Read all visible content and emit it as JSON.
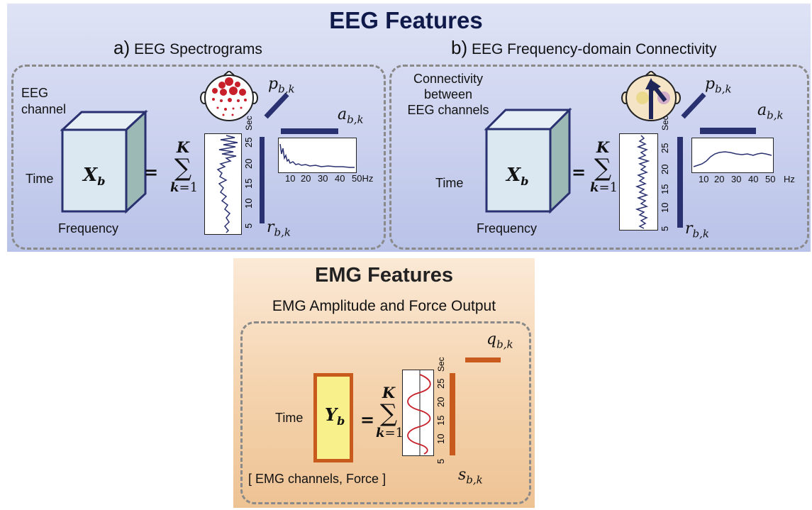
{
  "eeg": {
    "title": "EEG Features",
    "panel_a": {
      "letter": "a)",
      "label": "EEG  Spectrograms",
      "side_top": "EEG",
      "side_bottom": "channel",
      "axis_time": "Time",
      "axis_freq": "Frequency",
      "matrix": "X",
      "matrix_sub": "b",
      "equals": "=",
      "sum_top": "K",
      "sum_sym": "∑",
      "sum_k": "k",
      "sum_eq": "=1",
      "p_label": "p",
      "p_sub": "b,k",
      "a_label": "a",
      "a_sub": "b,k",
      "r_label": "r",
      "r_sub": "b,k",
      "time_ticks": [
        "25",
        "20",
        "15",
        "10",
        "5"
      ],
      "time_unit": "Sec",
      "freq_ticks": [
        "10",
        "20",
        "30",
        "40"
      ],
      "freq_unit": "50Hz"
    },
    "panel_b": {
      "letter": "b)",
      "label": "EEG  Frequency-domain Connectivity",
      "side_lines": [
        "Connectivity",
        "between",
        "EEG channels"
      ],
      "axis_time": "Time",
      "axis_freq": "Frequency",
      "matrix": "X",
      "matrix_sub": "b",
      "equals": "=",
      "sum_top": "K",
      "sum_sym": "∑",
      "sum_k": "k",
      "sum_eq": "=1",
      "p_label": "p",
      "p_sub": "b,k",
      "a_label": "a",
      "a_sub": "b,k",
      "r_label": "r",
      "r_sub": "b,k",
      "time_ticks": [
        "25",
        "20",
        "15",
        "10",
        "5"
      ],
      "time_unit": "Sec",
      "freq_ticks": [
        "10",
        "20",
        "30",
        "40",
        "50"
      ],
      "freq_unit": "Hz"
    }
  },
  "emg": {
    "title": "EMG Features",
    "subtitle": "EMG Amplitude and Force Output",
    "axis_time": "Time",
    "matrix": "Y",
    "matrix_sub": "b",
    "equals": "=",
    "sum_top": "K",
    "sum_sym": "∑",
    "sum_k": "k",
    "sum_eq": "=1",
    "q_label": "q",
    "q_sub": "b,k",
    "s_label": "s",
    "s_sub": "b,k",
    "channels_note": "[ EMG channels, Force ]",
    "time_ticks": [
      "25",
      "20",
      "15",
      "10",
      "5"
    ],
    "time_unit": "Sec"
  },
  "colors": {
    "navy": "#2a3170",
    "emg_orange": "#c85a1e",
    "emg_fill": "#f8f08a",
    "cube_front": "#dbe8f2",
    "cube_side": "#9cb9b6",
    "eeg_dots": "#c8202a",
    "dash": "#8a8a8a"
  }
}
